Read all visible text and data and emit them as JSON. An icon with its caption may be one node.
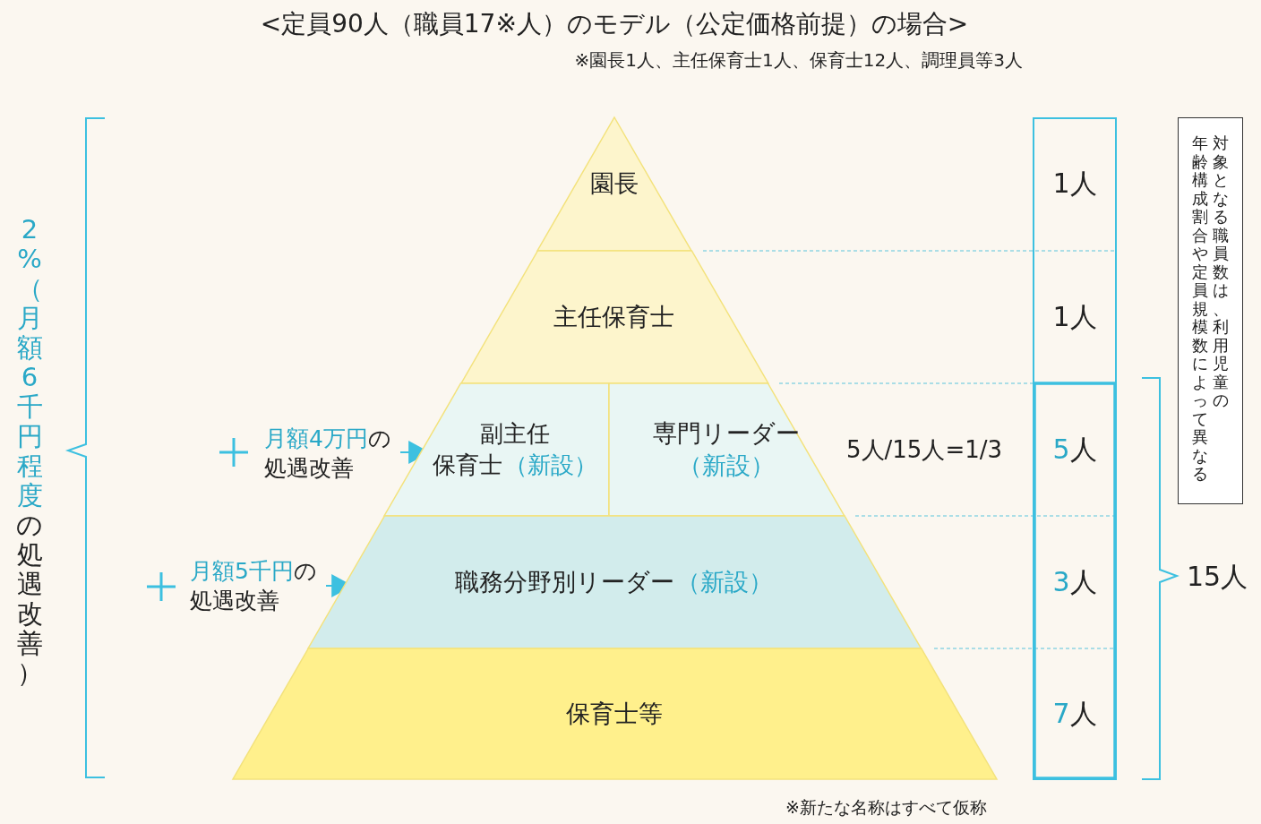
{
  "diagram": {
    "title": "<定員90人（職員17※人）のモデル（公定価格前提）の場合>",
    "nodes": [
      {
        "text": [
          "園長"
        ]
      },
      {
        "text": [
          "主任保育士"
        ]
      },
      {
        "text": [
          "副主任保育士",
          "（新設）"
        ]
      },
      {
        "text": [
          "専門リーダー",
          "（新設）"
        ]
      },
      {
        "text": [
          "職務分野別リーダー",
          "（新設）"
        ]
      },
      {
        "text": [
          "保育士等"
        ]
      },
      {
        "text": [
          "月額4万円",
          "の処遇改善"
        ]
      },
      {
        "text": [
          "月額5千円",
          "の処遇改善"
        ]
      },
      {
        "text": [
          "1人"
        ]
      },
      {
        "text": [
          "1人"
        ]
      },
      {
        "text": [
          "5人"
        ]
      },
      {
        "text": [
          "3人"
        ]
      },
      {
        "text": [
          "7人"
        ]
      },
      {
        "text": [
          "対象となる職員数は、利用児童の年齢構成割合や定員規模数によって異なる"
        ]
      }
    ],
    "edges": [
      {
        "from": 6,
        "to": 2,
        "arrow": "to"
      },
      {
        "from": 7,
        "to": 4,
        "arrow": "to"
      }
    ],
    "labels": [
      "※園長1人、主任保育士1人、保育士12人、調理員等3人",
      "2%（月額6千円程度",
      "の処遇改善）",
      "5人/15人=1/3",
      "15人",
      "※新たな名称はすべて仮称"
    ]
  }
}
